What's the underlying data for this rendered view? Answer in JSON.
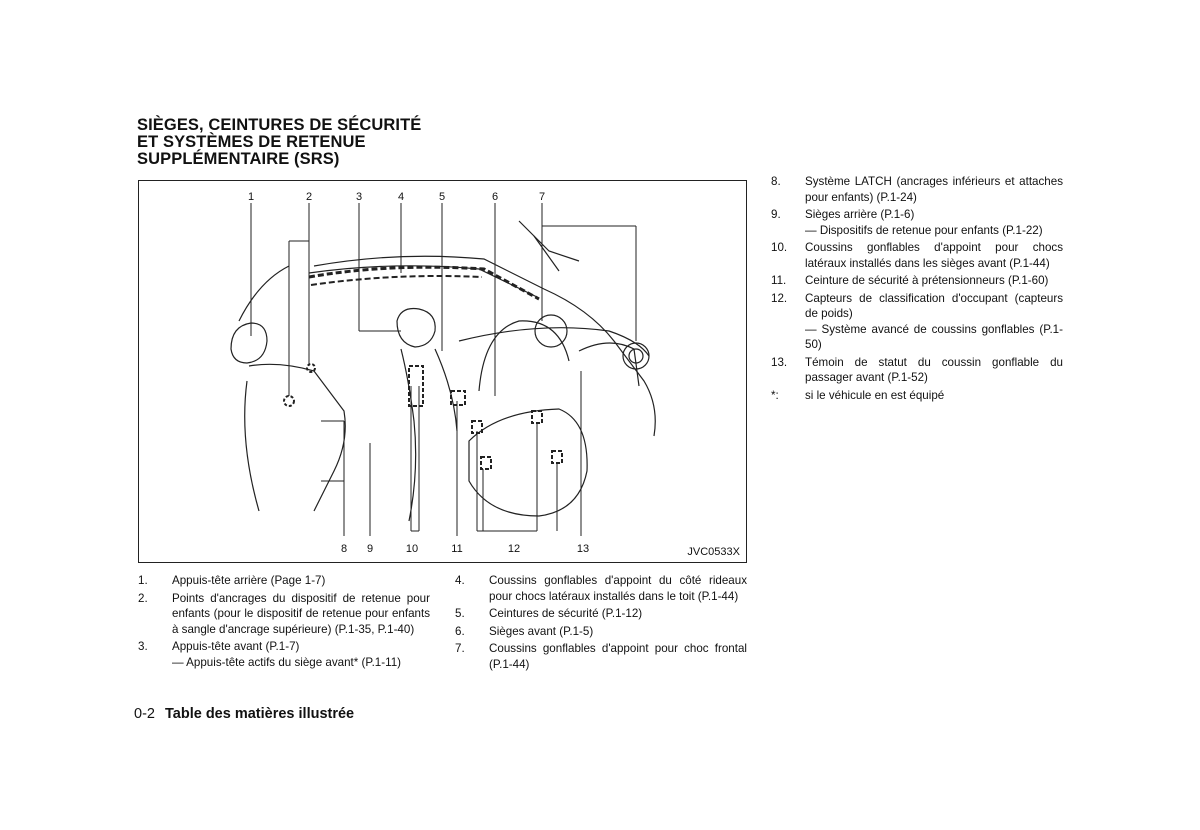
{
  "heading": {
    "line1": "SIÈGES, CEINTURES DE SÉCURITÉ",
    "line2": "ET SYSTÈMES DE RETENUE",
    "line3": "SUPPLÉMENTAIRE (SRS)"
  },
  "figure": {
    "id": "JVC0533X",
    "top_callouts": [
      "1",
      "2",
      "3",
      "4",
      "5",
      "6",
      "7"
    ],
    "bottom_callouts": [
      "8",
      "9",
      "10",
      "11",
      "12",
      "13"
    ]
  },
  "list_left": [
    {
      "num": "1.",
      "text": "Appuis-tête arrière (Page 1-7)"
    },
    {
      "num": "2.",
      "text": "Points d'ancrages du dispositif de retenue pour enfants (pour le dispositif de retenue pour enfants à sangle d'ancrage supérieure) (P.1-35, P.1-40)"
    },
    {
      "num": "3.",
      "text": "Appuis-tête avant (P.1-7)",
      "sub": "— Appuis-tête actifs du siège avant* (P.1-11)"
    }
  ],
  "list_mid": [
    {
      "num": "4.",
      "text": "Coussins gonflables d'appoint du côté rideaux pour chocs latéraux installés dans le toit (P.1-44)"
    },
    {
      "num": "5.",
      "text": "Ceintures de sécurité (P.1-12)"
    },
    {
      "num": "6.",
      "text": "Sièges avant (P.1-5)"
    },
    {
      "num": "7.",
      "text": "Coussins gonflables d'appoint pour choc frontal (P.1-44)"
    }
  ],
  "list_right": [
    {
      "num": "8.",
      "text": "Système LATCH (ancrages inférieurs et attaches pour enfants) (P.1-24)"
    },
    {
      "num": "9.",
      "text": "Sièges arrière (P.1-6)",
      "sub": "— Dispositifs de retenue pour enfants (P.1-22)"
    },
    {
      "num": "10.",
      "text": "Coussins gonflables d'appoint pour chocs latéraux installés dans les sièges avant (P.1-44)"
    },
    {
      "num": "11.",
      "text": "Ceinture de sécurité à prétensionneurs (P.1-60)"
    },
    {
      "num": "12.",
      "text": "Capteurs de classification d'occupant (capteurs de poids)",
      "sub": "— Système avancé de coussins gonflables (P.1-50)"
    },
    {
      "num": "13.",
      "text": "Témoin de statut du coussin gonflable du passager avant (P.1-52)"
    },
    {
      "num": "*:",
      "text": "si le véhicule en est équipé"
    }
  ],
  "footer": {
    "page": "0-2",
    "title": "Table des matières illustrée"
  }
}
